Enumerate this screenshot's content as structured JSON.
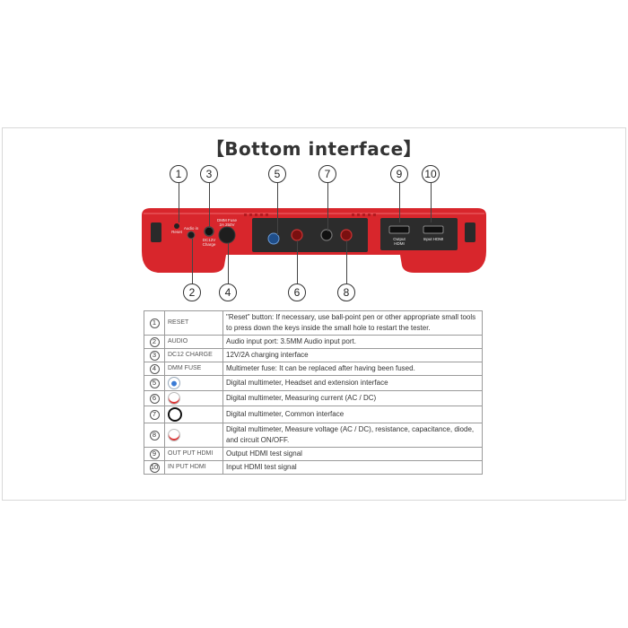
{
  "title": "【Bottom interface】",
  "callouts_top": [
    "1",
    "3",
    "5",
    "7",
    "9",
    "10"
  ],
  "callouts_bottom": [
    "2",
    "4",
    "6",
    "8"
  ],
  "device_labels": {
    "reset": "Reset",
    "audio": "Audio in",
    "dc": "DC12V Charge",
    "dmm_fuse": "DMM Fuse 2A 250V",
    "out_hdmi": "Output HDMI",
    "in_hdmi": "Input HDMI"
  },
  "colors": {
    "device_red": "#d8262c",
    "device_dark": "#2a2a2a",
    "text": "#333333"
  },
  "rows": [
    {
      "num": "1",
      "name": "RESET",
      "icon": "",
      "desc": "\"Reset\" button: If necessary, use ball-point pen or other appropriate small tools to press down the keys inside the small hole to restart the tester."
    },
    {
      "num": "2",
      "name": "AUDIO",
      "icon": "",
      "desc": "Audio input port: 3.5MM Audio input port."
    },
    {
      "num": "3",
      "name": "DC12 CHARGE",
      "icon": "",
      "desc": "12V/2A charging interface"
    },
    {
      "num": "4",
      "name": "DMM FUSE",
      "icon": "",
      "desc": "Multimeter fuse: It can be replaced after having been fused."
    },
    {
      "num": "5",
      "name": "",
      "icon": "blue-jack-icon",
      "desc": "Digital multimeter, Headset and extension interface"
    },
    {
      "num": "6",
      "name": "",
      "icon": "red-jack-icon",
      "desc": "Digital multimeter, Measuring current (AC / DC)"
    },
    {
      "num": "7",
      "name": "",
      "icon": "black-jack-icon",
      "desc": "Digital multimeter, Common interface"
    },
    {
      "num": "8",
      "name": "",
      "icon": "red-jack-icon",
      "desc": "Digital multimeter, Measure voltage (AC / DC), resistance, capacitance, diode, and circuit ON/OFF."
    },
    {
      "num": "9",
      "name": "OUT PUT HDMI",
      "icon": "",
      "desc": "Output HDMI test signal"
    },
    {
      "num": "10",
      "name": "IN PUT HDMI",
      "icon": "",
      "desc": "Input HDMI test signal"
    }
  ]
}
